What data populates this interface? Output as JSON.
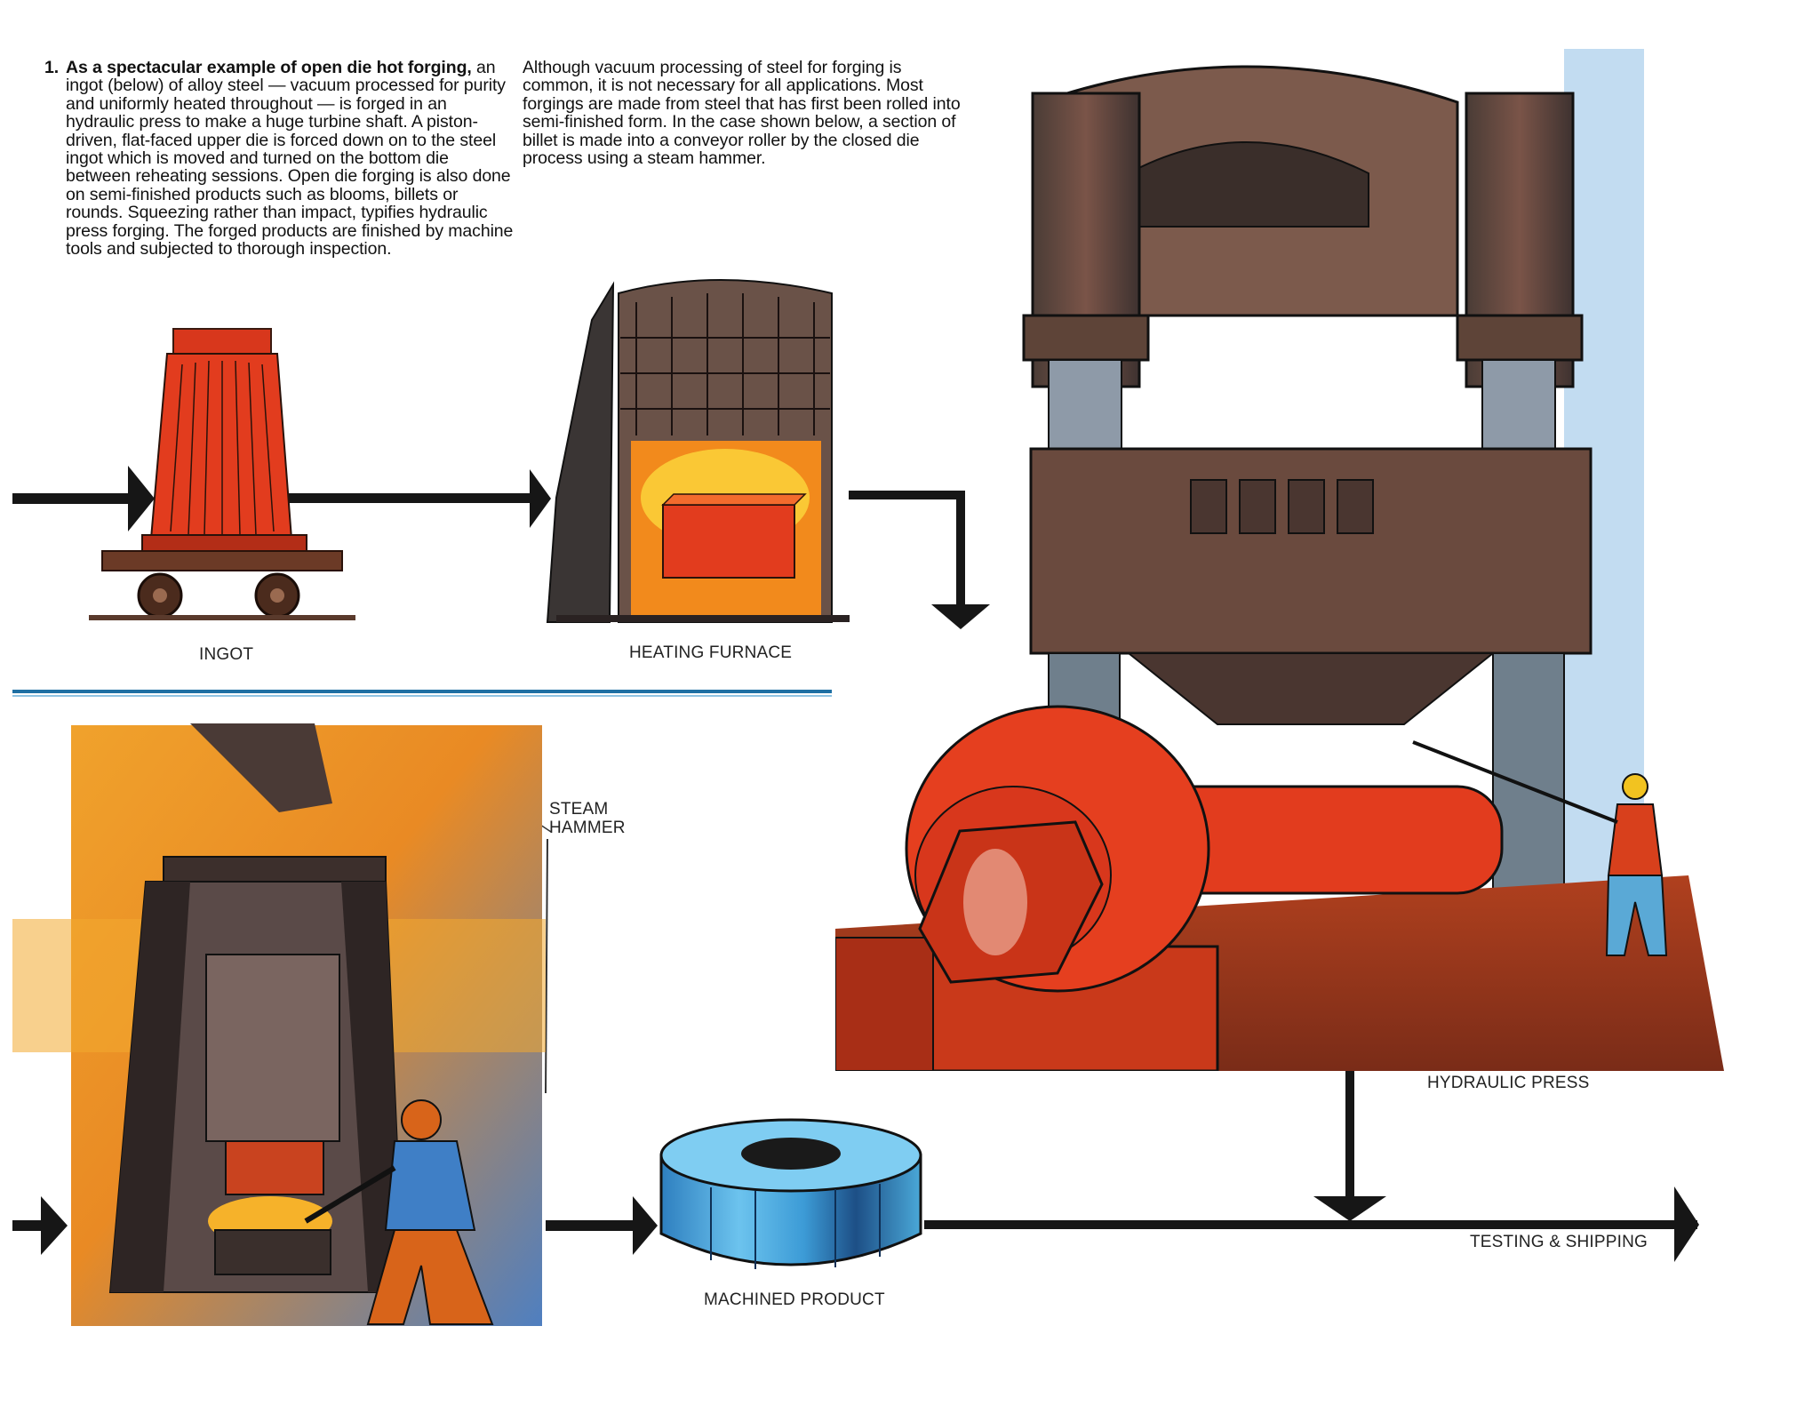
{
  "intro": {
    "number": "1.",
    "lead": "As a spectacular example of open die hot forging,",
    "body": "an ingot (below) of alloy steel — vacuum processed for purity and uniformly heated throughout — is forged in an hydraulic press to make a huge turbine shaft. A piston-driven, flat-faced upper die is forced down on to the steel ingot which is moved and turned on the bottom die between reheating sessions. Open die forging is also done on semi-finished products such as blooms, billets or rounds. Squeezing rather than impact, typifies hydraulic press forging. The forged products are finished by machine tools and subjected to thorough inspection."
  },
  "note": {
    "text": "Although vacuum processing of steel for forging is common, it is not necessary for all applications. Most forgings are made from steel that has first been rolled into semi-finished form. In the case shown below, a section of billet is made into a conveyor roller by the closed die process using a steam hammer."
  },
  "labels": {
    "ingot": "INGOT",
    "heating_furnace": "HEATING FURNACE",
    "steam_hammer_line1": "STEAM",
    "steam_hammer_line2": "HAMMER",
    "hydraulic_press": "HYDRAULIC PRESS",
    "machined_product": "MACHINED PRODUCT",
    "testing_shipping": "TESTING & SHIPPING"
  },
  "colors": {
    "hot_steel": "#e0381a",
    "flame": "#f6a21b",
    "press_brown": "#5e4438",
    "steel_blue": "#4aa8d8",
    "arrow": "#161616",
    "divider": "#1e6fa3"
  }
}
